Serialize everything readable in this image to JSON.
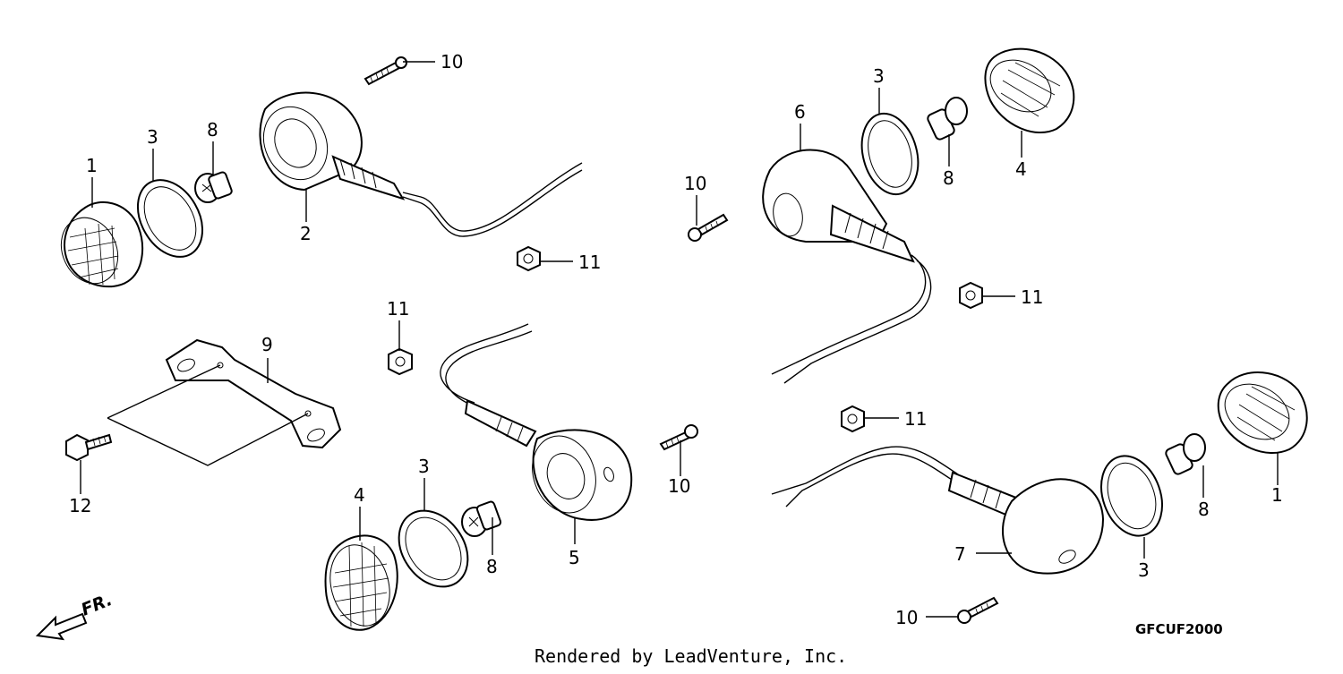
{
  "diagram": {
    "callouts": {
      "c1a": "1",
      "c3a": "3",
      "c8a": "8",
      "c2": "2",
      "c10a": "10",
      "c11a": "11",
      "c9": "9",
      "c12": "12",
      "c11b": "11",
      "c10b": "10",
      "c4a": "4",
      "c3b": "3",
      "c8b": "8",
      "c5": "5",
      "c6": "6",
      "c10c": "10",
      "c3c": "3",
      "c8c": "8",
      "c4b": "4",
      "c11c": "11",
      "c11d": "11",
      "c7": "7",
      "c3d": "3",
      "c8d": "8",
      "c1b": "1",
      "c10d": "10"
    },
    "direction_label": "FR.",
    "diagram_code": "GFCUF2000",
    "credit": "Rendered by LeadVenture, Inc."
  }
}
